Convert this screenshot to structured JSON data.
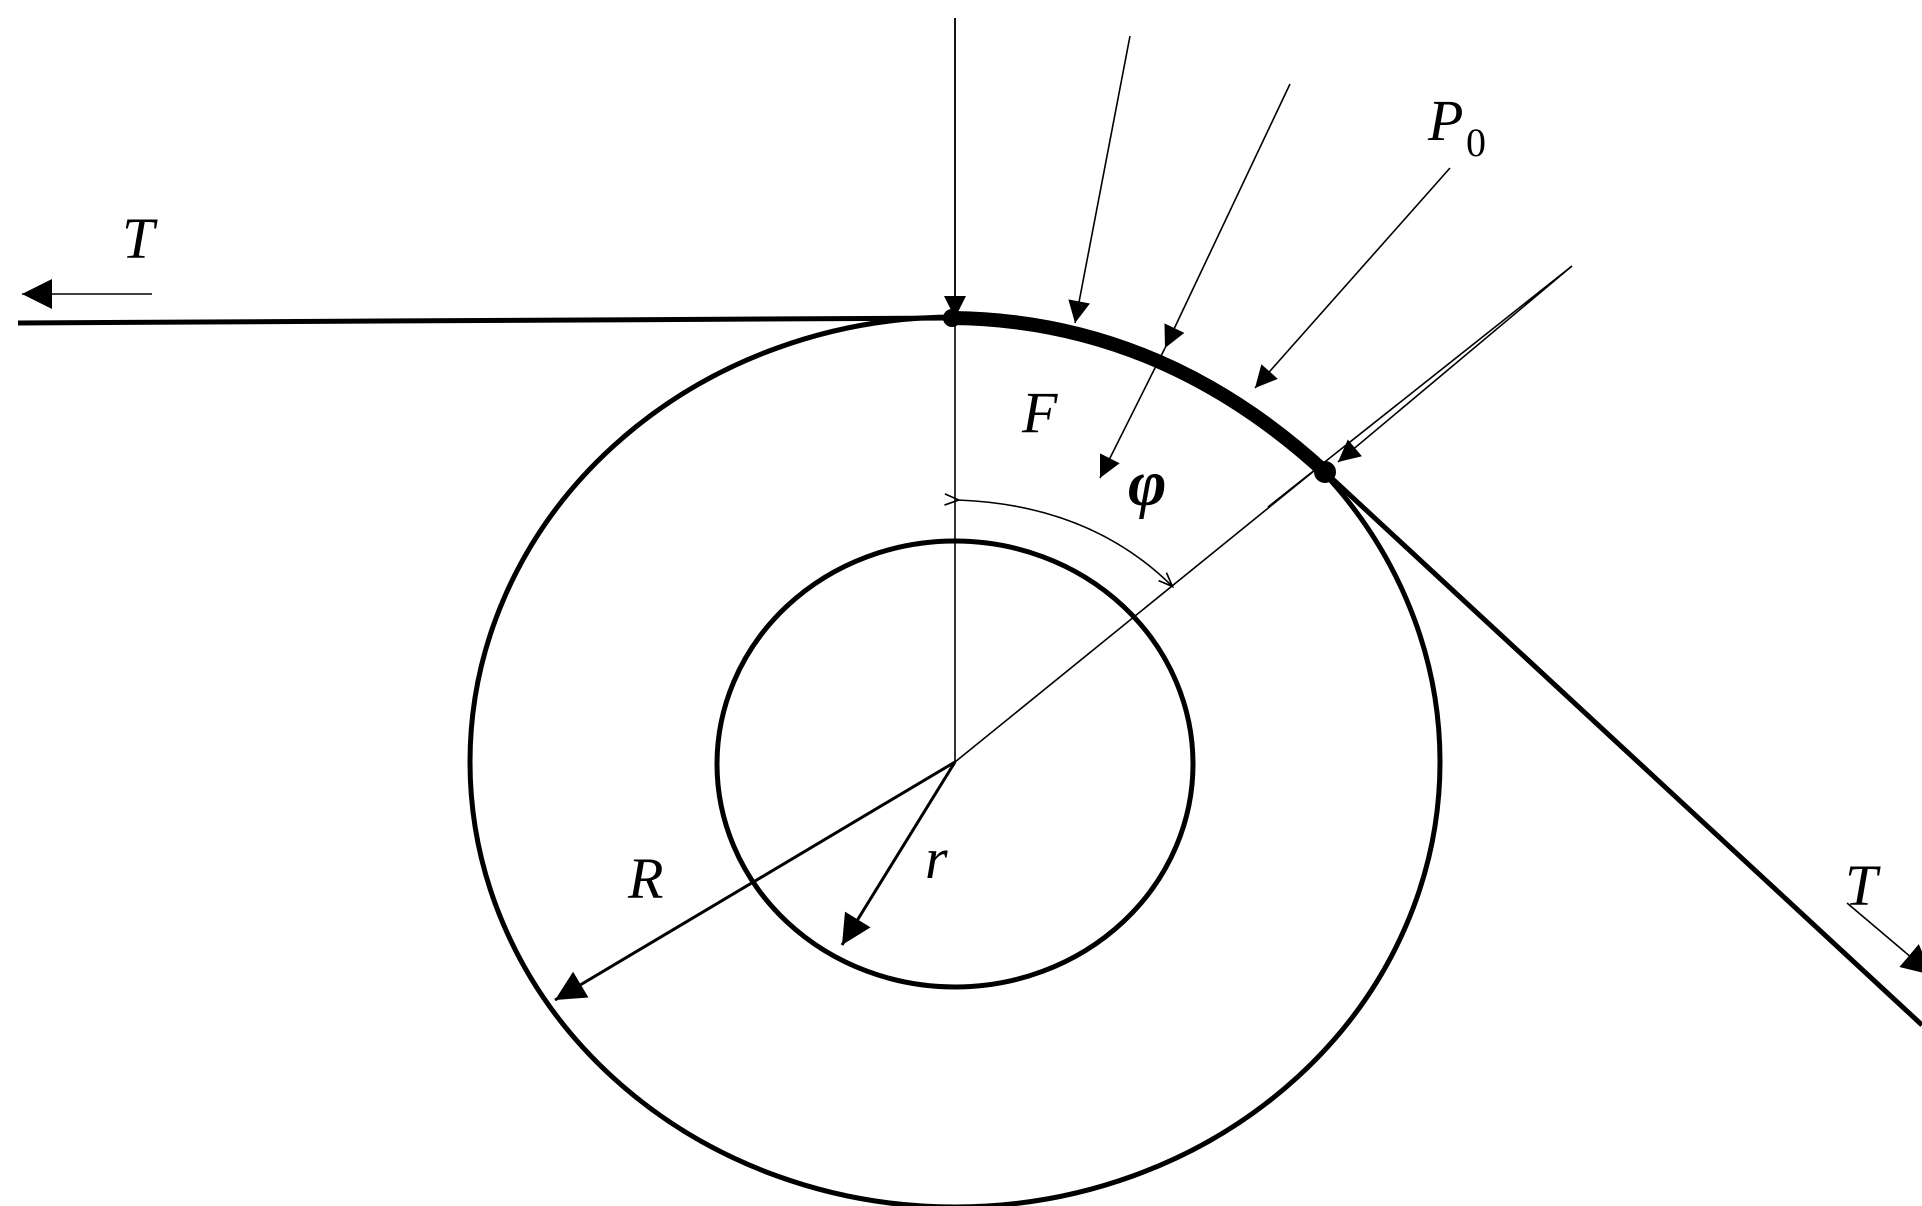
{
  "labels": {
    "tension_left": "T",
    "tension_right": "T",
    "pressure_symbol": "P",
    "pressure_subscript": "0",
    "force": "F",
    "angle": "φ",
    "outer_radius": "R",
    "inner_radius": "r"
  },
  "colors": {
    "stroke": "#000000",
    "background": "#ffffff"
  }
}
